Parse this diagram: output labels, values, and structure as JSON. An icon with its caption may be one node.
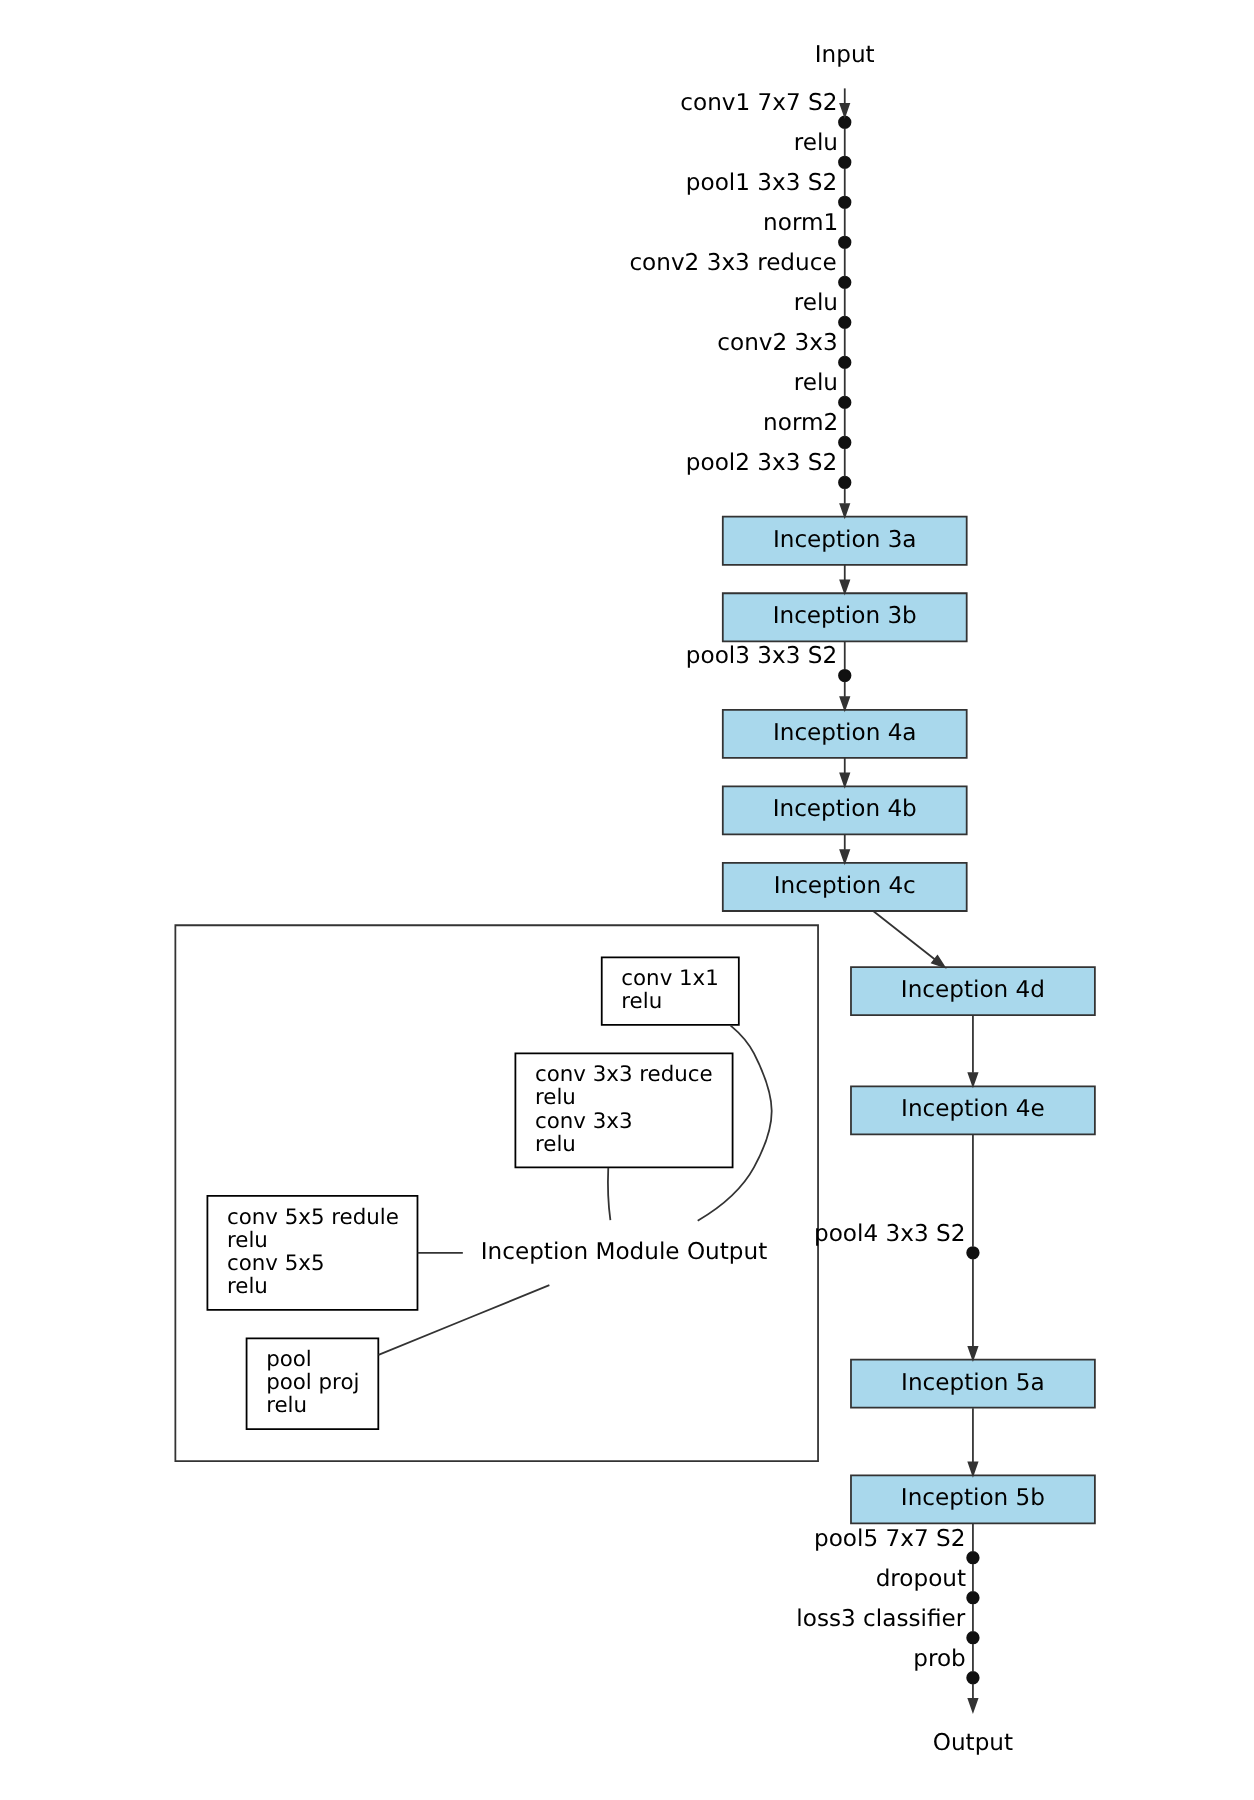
{
  "diagram": {
    "nodes": [
      {
        "text": [
          "Input"
        ]
      },
      {
        "text": [],
        "shape": "circle",
        "beside": [
          "conv1 7x7 S2"
        ]
      },
      {
        "text": [],
        "shape": "circle",
        "beside": [
          "relu"
        ]
      },
      {
        "text": [],
        "shape": "circle",
        "beside": [
          "pool1 3x3 S2"
        ]
      },
      {
        "text": [],
        "shape": "circle",
        "beside": [
          "norm1"
        ]
      },
      {
        "text": [],
        "shape": "circle",
        "beside": [
          "conv2 3x3 reduce"
        ]
      },
      {
        "text": [],
        "shape": "circle",
        "beside": [
          "relu"
        ]
      },
      {
        "text": [],
        "shape": "circle",
        "beside": [
          "conv2 3x3"
        ]
      },
      {
        "text": [],
        "shape": "circle",
        "beside": [
          "relu"
        ]
      },
      {
        "text": [],
        "shape": "circle",
        "beside": [
          "norm2"
        ]
      },
      {
        "text": [],
        "shape": "circle",
        "beside": [
          "pool2 3x3 S2"
        ]
      },
      {
        "text": [
          "Inception 3a"
        ]
      },
      {
        "text": [
          "Inception 3b"
        ]
      },
      {
        "text": [],
        "shape": "circle",
        "beside": [
          "pool3 3x3 S2"
        ]
      },
      {
        "text": [
          "Inception 4a"
        ]
      },
      {
        "text": [
          "Inception 4b"
        ]
      },
      {
        "text": [
          "Inception 4c"
        ]
      },
      {
        "text": [
          "Inception 4d"
        ]
      },
      {
        "text": [
          "Inception 4e"
        ]
      },
      {
        "text": [],
        "shape": "circle",
        "beside": [
          "pool4 3x3 S2"
        ]
      },
      {
        "text": [
          "Inception 5a"
        ]
      },
      {
        "text": [
          "Inception 5b"
        ]
      },
      {
        "text": [],
        "shape": "circle",
        "beside": [
          "pool5 7x7 S2"
        ]
      },
      {
        "text": [],
        "shape": "circle",
        "beside": [
          "dropout"
        ]
      },
      {
        "text": [],
        "shape": "circle",
        "beside": [
          "loss3 classifier"
        ]
      },
      {
        "text": [],
        "shape": "circle",
        "beside": [
          "prob"
        ]
      },
      {
        "text": [
          "Output"
        ]
      },
      {
        "text": [],
        "shape": "box"
      },
      {
        "text": [
          "conv 1x1",
          "relu"
        ],
        "in": 27
      },
      {
        "text": [
          "conv 3x3 reduce",
          "relu",
          "conv 3x3",
          "relu"
        ],
        "in": 27
      },
      {
        "text": [
          "conv 5x5 redule",
          "relu",
          "conv 5x5",
          "relu"
        ],
        "in": 27
      },
      {
        "text": [
          "pool",
          "pool proj",
          "relu"
        ],
        "in": 27
      },
      {
        "text": [
          "Inception Module Output"
        ],
        "in": 27
      }
    ],
    "edges": [
      {
        "from": 0,
        "to": 1,
        "arrow": "to"
      },
      {
        "from": 1,
        "to": 2,
        "arrow": "none"
      },
      {
        "from": 2,
        "to": 3,
        "arrow": "none"
      },
      {
        "from": 3,
        "to": 4,
        "arrow": "none"
      },
      {
        "from": 4,
        "to": 5,
        "arrow": "none"
      },
      {
        "from": 5,
        "to": 6,
        "arrow": "none"
      },
      {
        "from": 6,
        "to": 7,
        "arrow": "none"
      },
      {
        "from": 7,
        "to": 8,
        "arrow": "none"
      },
      {
        "from": 8,
        "to": 9,
        "arrow": "none"
      },
      {
        "from": 9,
        "to": 10,
        "arrow": "none"
      },
      {
        "from": 10,
        "to": 11,
        "arrow": "to"
      },
      {
        "from": 11,
        "to": 12,
        "arrow": "to"
      },
      {
        "from": 12,
        "to": 13,
        "arrow": "none"
      },
      {
        "from": 13,
        "to": 14,
        "arrow": "to"
      },
      {
        "from": 14,
        "to": 15,
        "arrow": "to"
      },
      {
        "from": 15,
        "to": 16,
        "arrow": "to"
      },
      {
        "from": 16,
        "to": 17,
        "arrow": "to"
      },
      {
        "from": 17,
        "to": 18,
        "arrow": "to"
      },
      {
        "from": 18,
        "to": 19,
        "arrow": "none"
      },
      {
        "from": 19,
        "to": 20,
        "arrow": "to"
      },
      {
        "from": 20,
        "to": 21,
        "arrow": "to"
      },
      {
        "from": 21,
        "to": 22,
        "arrow": "none"
      },
      {
        "from": 22,
        "to": 23,
        "arrow": "none"
      },
      {
        "from": 23,
        "to": 24,
        "arrow": "none"
      },
      {
        "from": 24,
        "to": 25,
        "arrow": "none"
      },
      {
        "from": 25,
        "to": 26,
        "arrow": "to"
      },
      {
        "from": 28,
        "to": 32,
        "arrow": "none"
      },
      {
        "from": 29,
        "to": 32,
        "arrow": "none"
      },
      {
        "from": 30,
        "to": 32,
        "arrow": "none"
      },
      {
        "from": 31,
        "to": 32,
        "arrow": "none"
      }
    ]
  }
}
